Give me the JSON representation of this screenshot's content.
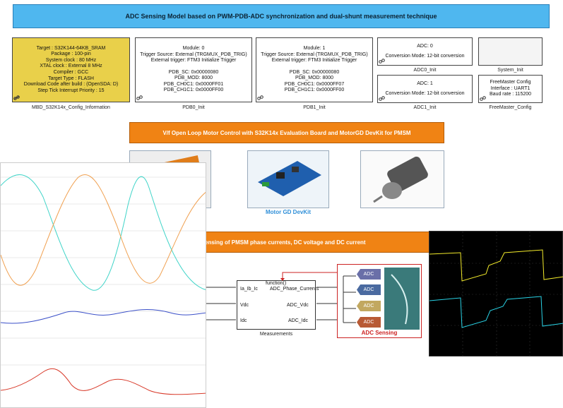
{
  "banner_title": "ADC Sensing Model based on PWM-PDB-ADC synchronization and dual-shunt measurement technique",
  "config_block": {
    "lines": [
      "Target : S32K144-64KB_SRAM",
      "Package : 100-pin",
      "System clock : 80 MHz",
      "XTAL clock : External 8 MHz",
      "Compiler : GCC",
      "Target Type : FLASH",
      "Download Code after build : (OpenSDA: D)",
      "Step Tick Interrupt Priority : 15"
    ],
    "label": "MBD_S32K14x_Config_Information"
  },
  "pdb0": {
    "lines": [
      "Module:  0",
      "Trigger Source:  External (TRGMUX_PDB_TRIG)",
      "External trigger:  FTM3 Initialize Trigger",
      "",
      "PDB_SC: 0x00000080",
      "PDB_MOD: 8000",
      "PDB_CH0C1: 0x0000FF01",
      "PDB_CH1C1: 0x0000FF00"
    ],
    "label": "PDB0_Init"
  },
  "pdb1": {
    "lines": [
      "Module:  1",
      "Trigger Source:  External (TRGMUX_PDB_TRIG)",
      "External trigger:  FTM3 Initialize Trigger",
      "",
      "PDB_SC: 0x00000080",
      "PDB_MOD: 8000",
      "PDB_CH0C1: 0x0000FF07",
      "PDB_CH1C1: 0x0000FF00"
    ],
    "label": "PDB1_Init"
  },
  "adc0": {
    "lines": [
      "ADC: 0",
      "",
      "Conversion Mode: 12-bit conversion"
    ],
    "label": "ADC0_Init"
  },
  "adc1": {
    "lines": [
      "ADC: 1",
      "",
      "Conversion Mode: 12-bit conversion"
    ],
    "label": "ADC1_Init"
  },
  "system_init": {
    "label": "System_Init"
  },
  "freemaster": {
    "lines": [
      "FreeMaster Config",
      "Interface : UART1",
      "Baud rate : 115200"
    ],
    "label": "FreeMaster_Config"
  },
  "motor_banner": "V/f Open Loop Motor Control  with S32K14x Evaluation Board and MotorGD DevKit for PMSM",
  "motor_gd_caption": "Motor GD DevKit",
  "sensing_banner": "ensing of PMSM phase currents, DC voltage and DC current",
  "measurements": {
    "inputs": [
      "Ia_Ib_Ic",
      "Vdc",
      "Idc"
    ],
    "func_line1": "function()",
    "func_line2": "ADC_Phase_Currents",
    "outputs": [
      "ADC_Vdc",
      "ADC_Idc"
    ],
    "label": "Measurements"
  },
  "adc_sensing": {
    "tags": [
      "ADC",
      "ADC",
      "ADC",
      "ADC"
    ],
    "label": "ADC Sensing"
  },
  "colors": {
    "phase_a": "#f0a050",
    "phase_b": "#3fd4c8",
    "vdc": "#3a4fc8",
    "idc": "#d83a2a",
    "osc_yellow": "#f2ea2a",
    "osc_cyan": "#29d3e6"
  }
}
